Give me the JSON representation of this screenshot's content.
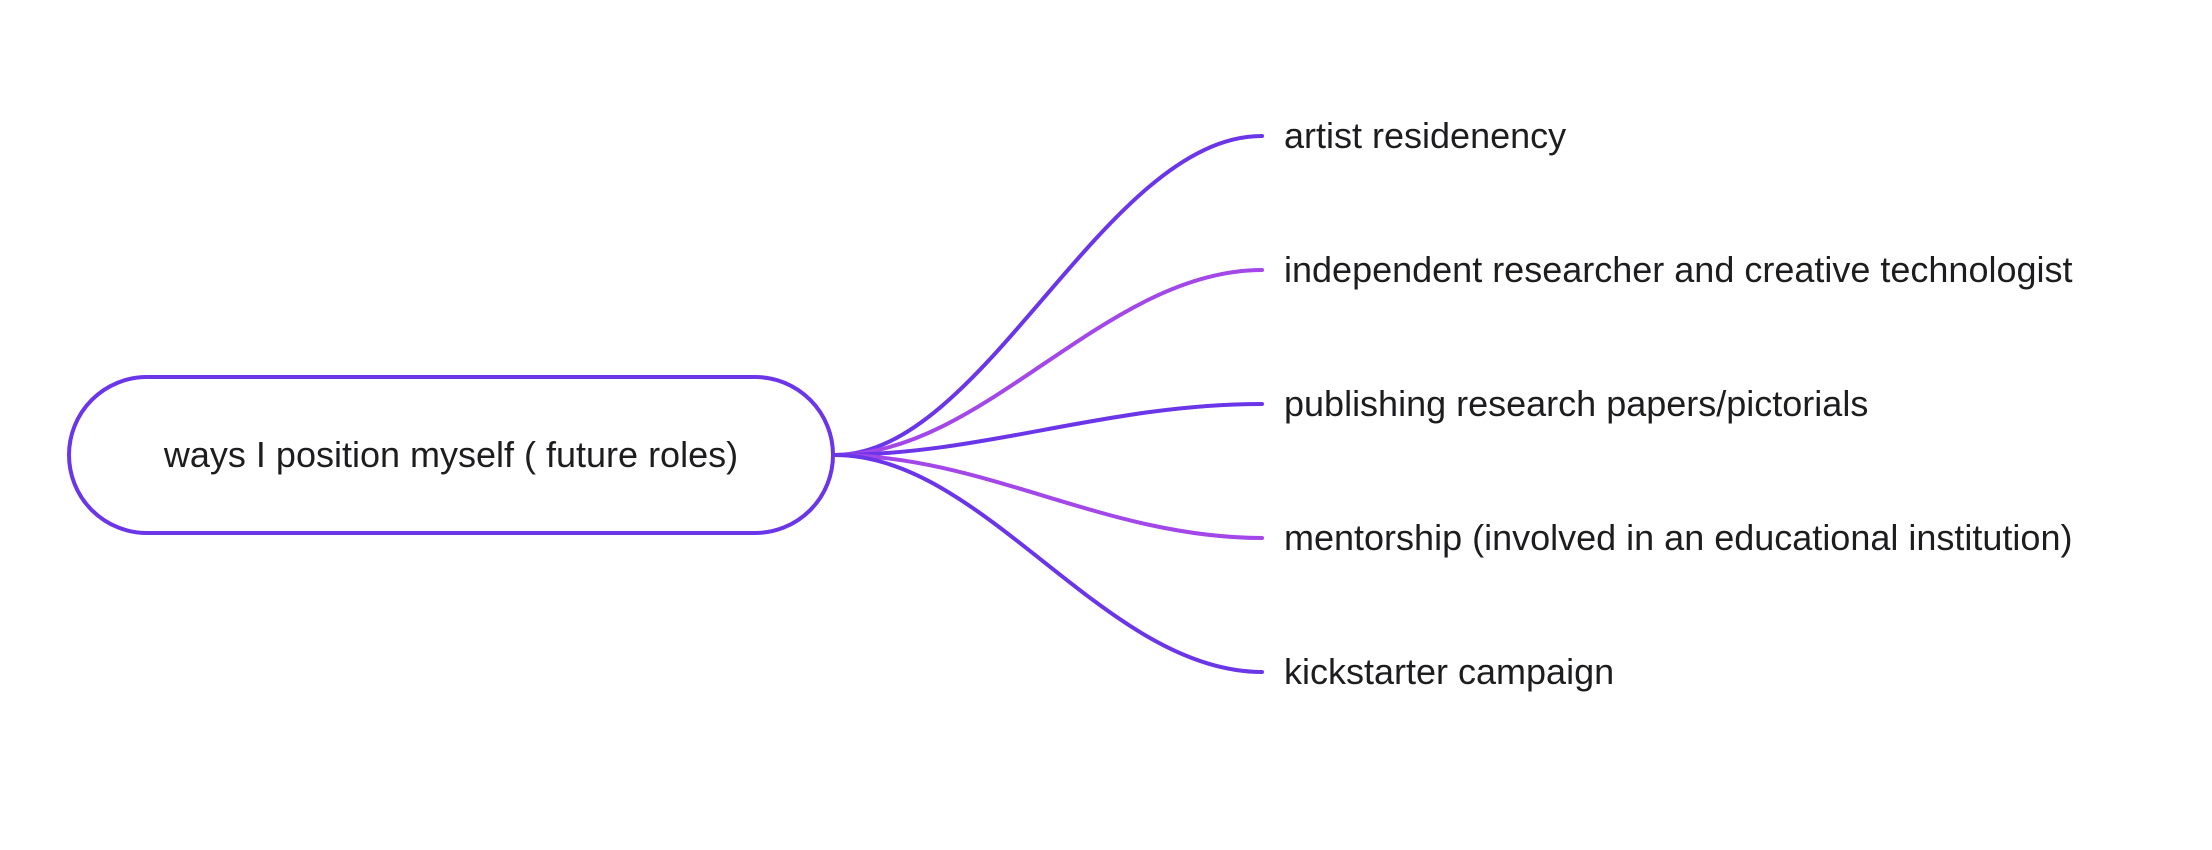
{
  "mindmap": {
    "root": {
      "label": "ways I position myself ( future roles)",
      "border_color": "#6a36e8"
    },
    "branches": [
      {
        "label": "artist residenency",
        "color": "#6a36e8"
      },
      {
        "label": "independent researcher and creative technologist",
        "color": "#a347e9"
      },
      {
        "label": "publishing research papers/pictorials",
        "color": "#6a36e8"
      },
      {
        "label": "mentorship (involved in an educational institution)",
        "color": "#a347e9"
      },
      {
        "label": "kickstarter campaign",
        "color": "#6a36e8"
      }
    ]
  }
}
